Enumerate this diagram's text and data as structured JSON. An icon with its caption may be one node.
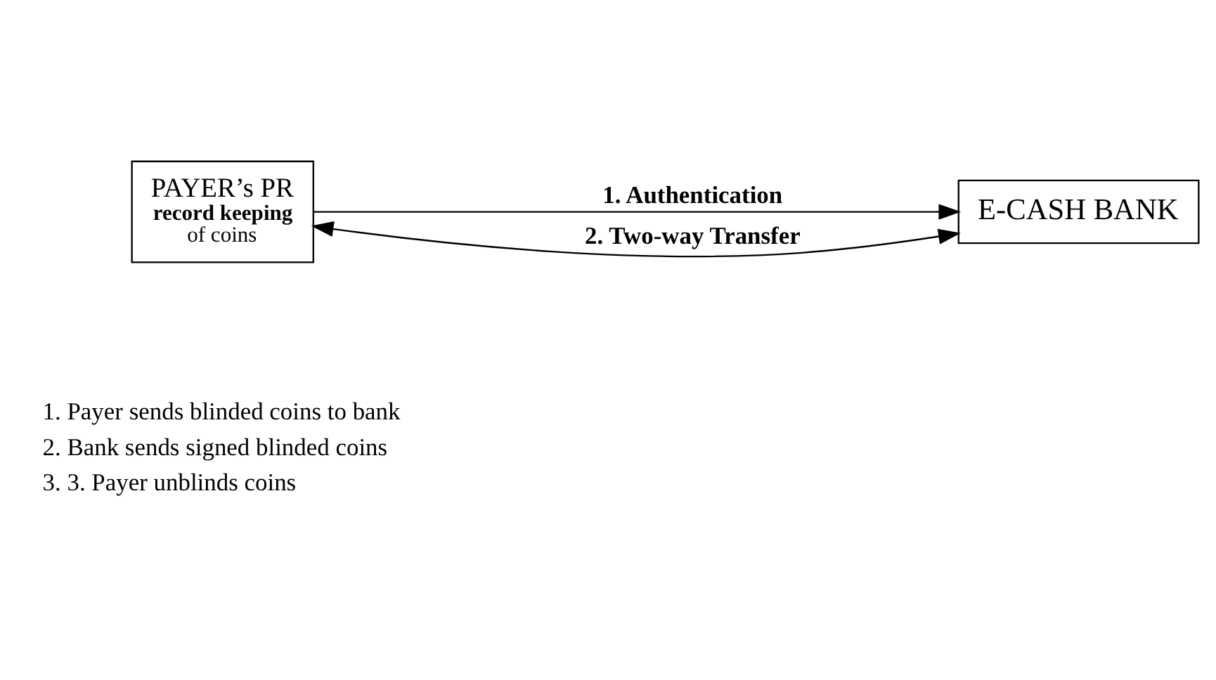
{
  "diagram": {
    "nodes": [
      {
        "text": [
          "PAYER’s PR",
          "record keeping",
          "of coins"
        ]
      },
      {
        "text": [
          "E-CASH BANK"
        ]
      }
    ],
    "edges": [
      {
        "from": 0,
        "to": 1,
        "arrow": "to",
        "label": "1. Authentication"
      },
      {
        "from": 0,
        "to": 1,
        "arrow": "both",
        "label": "2. Two-way Transfer"
      }
    ],
    "labels": [
      "1. Payer sends blinded coins to bank",
      "2. Bank sends signed blinded coins",
      "3. 3. Payer unblinds coins"
    ]
  }
}
